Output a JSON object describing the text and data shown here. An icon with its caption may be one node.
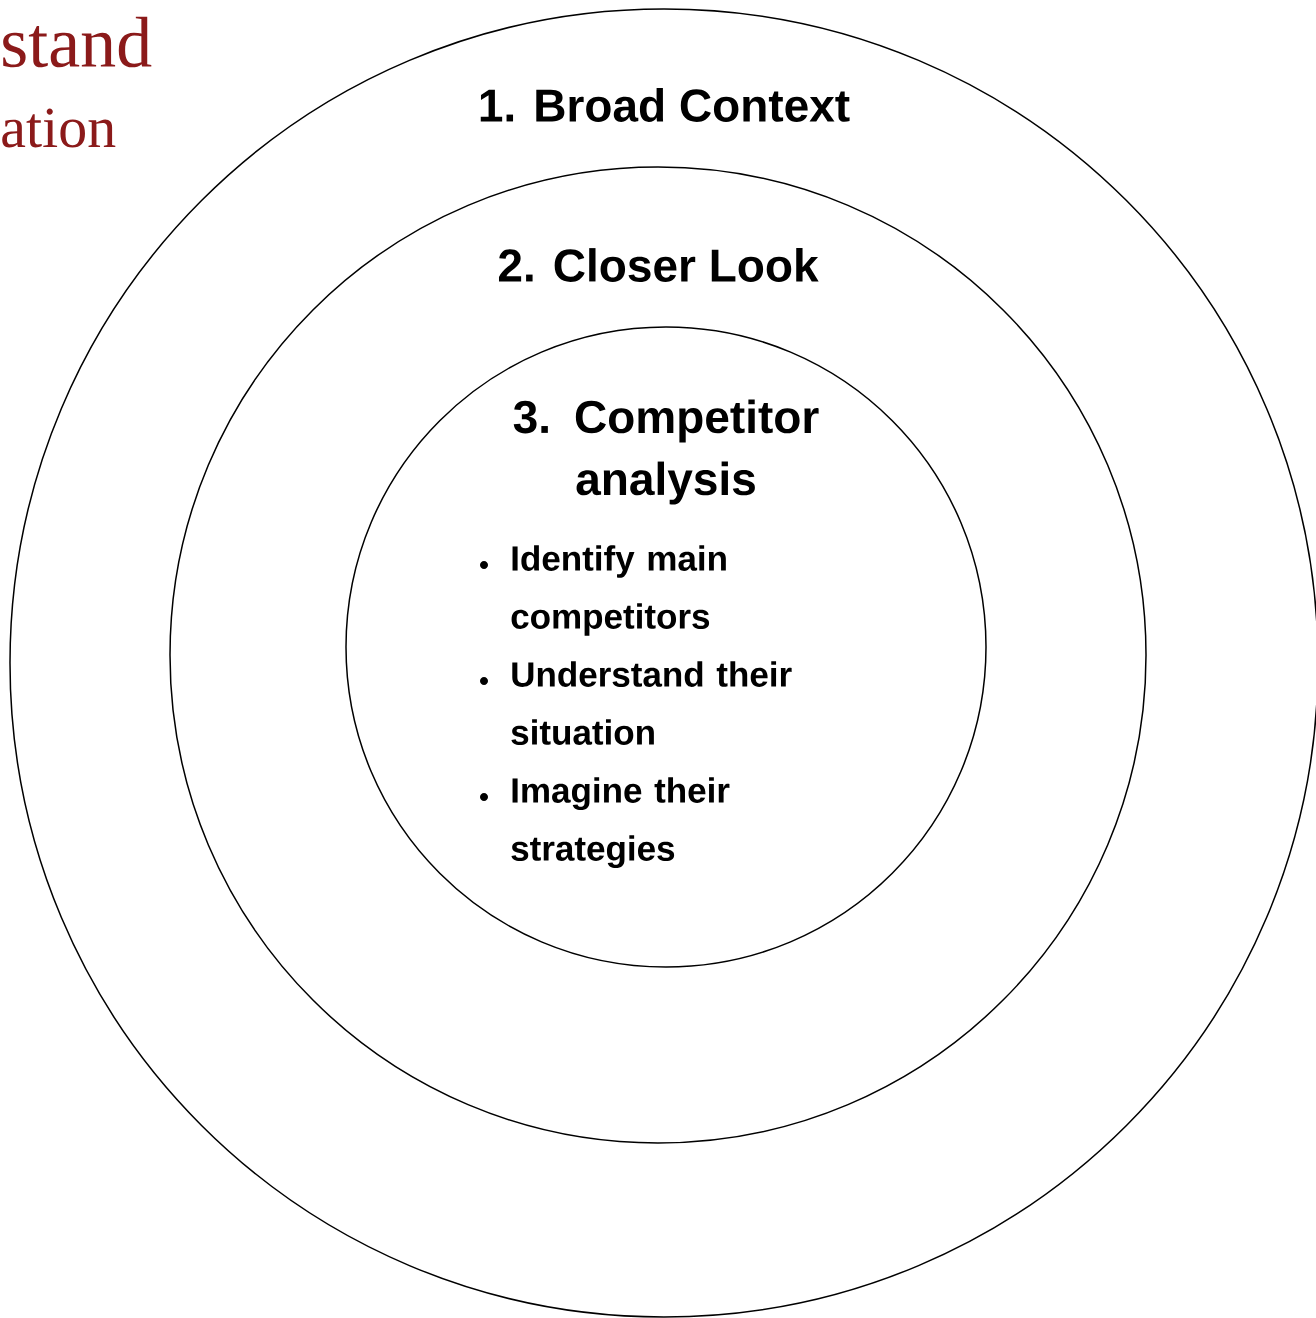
{
  "diagram": {
    "nodes": [
      {
        "text": [
          "1. Broad Context"
        ]
      },
      {
        "text": [
          "2. Closer Look"
        ],
        "in": 0
      },
      {
        "text": [
          "3. Competitor analysis",
          "Identify main competitors",
          "Understand their situation",
          "Imagine their strategies"
        ],
        "in": 1
      }
    ],
    "labels": [
      "stand",
      "ation"
    ]
  }
}
